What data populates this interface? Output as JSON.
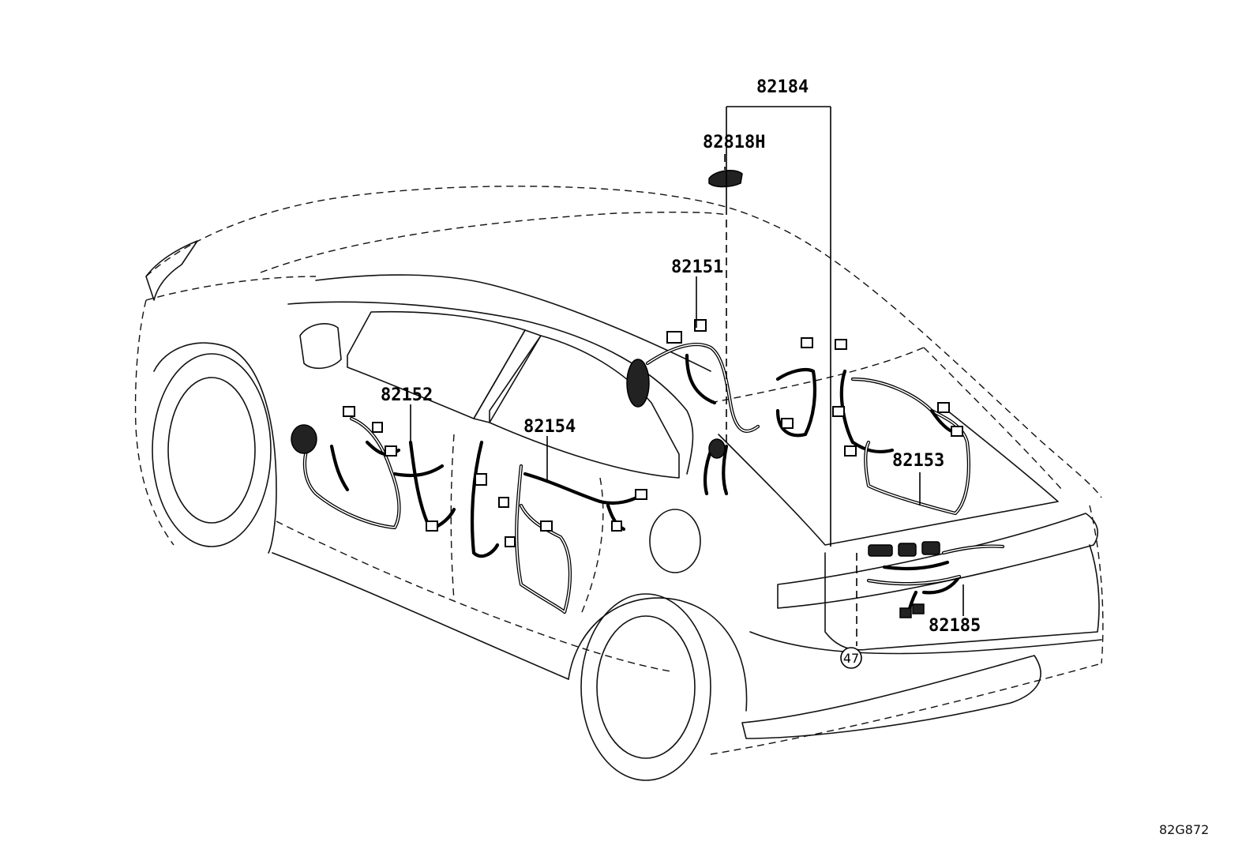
{
  "diagram": {
    "parts": [
      {
        "id": "p82184",
        "number": "82184"
      },
      {
        "id": "p82818h",
        "number": "82818H"
      },
      {
        "id": "p82151",
        "number": "82151"
      },
      {
        "id": "p82152",
        "number": "82152"
      },
      {
        "id": "p82154",
        "number": "82154"
      },
      {
        "id": "p82153",
        "number": "82153"
      },
      {
        "id": "p82185",
        "number": "82185"
      }
    ],
    "reference_circle": "47",
    "diagram_code": "82G872"
  },
  "colors": {
    "line": "#000000",
    "background": "#ffffff"
  }
}
